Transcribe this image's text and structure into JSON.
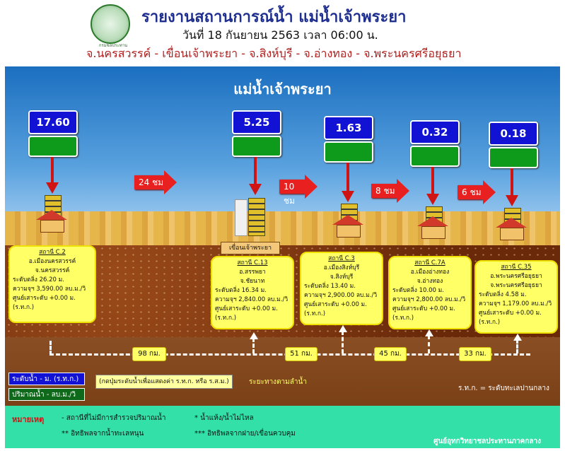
{
  "header": {
    "logo_caption": "กรมชลประทาน",
    "title": "รายงานสถานการณ์น้ำ แม่น้ำเจ้าพระยา",
    "subtitle": "วันที่ 18 กันยายน 2563 เวลา 06:00 น.",
    "stations_line": "จ.นครสวรรค์ - เขื่อนเจ้าพระยา - จ.สิงห์บุรี - จ.อ่างทอง - จ.พระนครศรีอยุธยา"
  },
  "scene": {
    "river_name": "แม่น้ำเจ้าพระยา",
    "dam_label": "เขื่อนเจ้าพระยา"
  },
  "stations": [
    {
      "level": "17.60",
      "name": "สถานี C.2",
      "district": "อ.เมืองนครสวรรค์",
      "province": "จ.นครสวรรค์",
      "bank": "ระดับตลิ่ง 26.20 ม.",
      "capacity": "ความจุฯ 3,590.00 ลบ.ม./วิ",
      "datum": "ศูนย์เสาระดับ +0.00 ม.(ร.ท.ก.)"
    },
    {
      "level": "5.25",
      "name": "สถานี C.13",
      "district": "อ.สรรพยา",
      "province": "จ.ชัยนาท",
      "bank": "ระดับตลิ่ง 16.34 ม.",
      "capacity": "ความจุฯ 2,840.00 ลบ.ม./วิ",
      "datum": "ศูนย์เสาระดับ +0.00 ม.(ร.ท.ก.)"
    },
    {
      "level": "1.63",
      "name": "สถานี C.3",
      "district": "อ.เมืองสิงห์บุรี",
      "province": "จ.สิงห์บุรี",
      "bank": "ระดับตลิ่ง 13.40 ม.",
      "capacity": "ความจุฯ 2,900.00 ลบ.ม./วิ",
      "datum": "ศูนย์เสาระดับ +0.00 ม.(ร.ท.ก.)"
    },
    {
      "level": "0.32",
      "name": "สถานี C.7A",
      "district": "อ.เมืองอ่างทอง",
      "province": "จ.อ่างทอง",
      "bank": "ระดับตลิ่ง 10.00 ม.",
      "capacity": "ความจุฯ 2,800.00 ลบ.ม./วิ",
      "datum": "ศูนย์เสาระดับ +0.00 ม.(ร.ท.ก.)"
    },
    {
      "level": "0.18",
      "name": "สถานี C.35",
      "district": "อ.พระนครศรีอยุธยา",
      "province": "จ.พระนครศรีอยุธยา",
      "bank": "ระดับตลิ่ง 4.58 ม.",
      "capacity": "ความจุฯ 1,179.00 ลบ.ม./วิ",
      "datum": "ศูนย์เสาระดับ +0.00 ม.(ร.ท.ก.)"
    }
  ],
  "travel_times": [
    "24 ชม",
    "10 ชม",
    "8 ชม",
    "6 ชม"
  ],
  "distances": [
    "98 กม.",
    "51 กม.",
    "45 กม.",
    "33 กม."
  ],
  "legend": {
    "level": "ระดับน้ำ - ม. (ร.ท.ก.)",
    "flow": "ปริมาณน้ำ - ลบ.ม./วิ",
    "note": "(กดปุ่มระดับน้ำเพื่อแสดงค่า ร.ท.ก. หรือ ร.ส.ม.)",
    "river_distance": "ระยะทางตามลำน้ำ",
    "msl": "ร.ท.ก. = ระดับทะเลปานกลาง"
  },
  "footer": {
    "note_label": "หมายเหตุ",
    "notes": [
      "-  สถานีที่ไม่มีการสำรวจปริมาณน้ำ",
      "*   น้ำแห้ง/น้ำไม่ไหล",
      "** อิทธิพลจากน้ำทะเลหนุน",
      "*** อิทธิพลจากฝาย/เขื่อนควบคุม"
    ],
    "center_name": "ศูนย์อุทกวิทยาชลประทานภาคกลาง"
  },
  "colors": {
    "level_box": "#1212d4",
    "flow_box": "#0e9a1a",
    "info_box": "#ffff66",
    "title": "#1f2f8f",
    "stations_line": "#b0201f",
    "footer": "#33e0a8"
  }
}
